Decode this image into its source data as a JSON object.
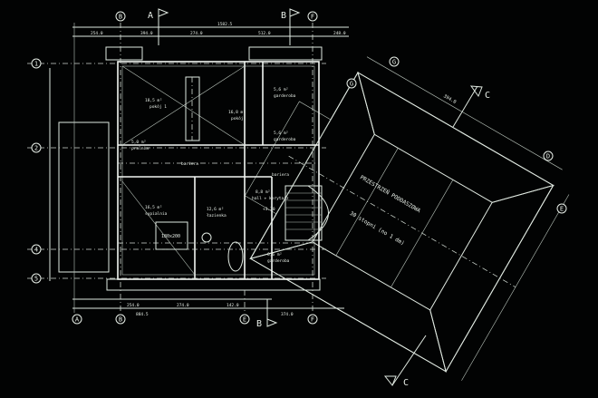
{
  "drawing": {
    "grid_axes_top": [
      "B",
      "F"
    ],
    "grid_axes_bottom": [
      "A",
      "B",
      "E",
      "F"
    ],
    "grid_axes_left": [
      "1",
      "2",
      "4",
      "5"
    ],
    "grid_axes_wing": [
      "G",
      "G",
      "D",
      "E"
    ],
    "section_markers": [
      "A",
      "B",
      "B",
      "C",
      "C"
    ],
    "dimensions_top": {
      "overall": "1582.5",
      "segments": [
        "254.0",
        "394.0",
        "274.0",
        "512.0",
        "248.0"
      ]
    },
    "dimensions_bottom": {
      "overall": "884.5",
      "segments": [
        "254.0",
        "274.0",
        "142.0",
        "374.0"
      ]
    },
    "rooms": [
      {
        "area": "18,5 m²",
        "name": "pokój 1"
      },
      {
        "area": "16,8 m²",
        "name": "pokój"
      },
      {
        "area": "5,6 m²",
        "name": "garderoba"
      },
      {
        "area": "5,0 m²",
        "name": "pralnia"
      },
      {
        "area": "5,6 m²",
        "name": "garderoba"
      },
      {
        "area": "16,5 m²",
        "name": "sypialnia"
      },
      {
        "area": "12,6 m²",
        "name": "łazienka"
      },
      {
        "area": "8,8 m²",
        "name": "hall + korytarz"
      },
      {
        "area": "6,6 m²",
        "name": "garderoba"
      }
    ],
    "labels": {
      "attic": "PRZESTRZEŃ PODDASZOWA",
      "slope": "30 stopni (no 1 dm)",
      "bed": "180x200",
      "corridor1": "bariera",
      "corridor2": "bariera",
      "level": "+3.30"
    }
  }
}
